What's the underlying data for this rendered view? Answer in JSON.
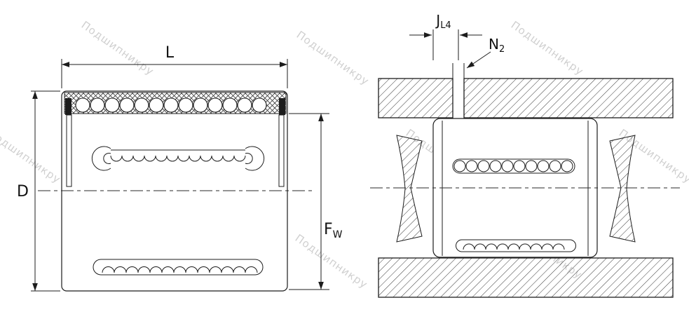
{
  "watermark": {
    "text": "Подшипникру"
  },
  "colors": {
    "line": "#1c1c1c",
    "watermark": "#c8c8c8",
    "background": "#ffffff"
  },
  "left_view": {
    "label_length": "L",
    "label_outer_diameter": "D",
    "label_bore_main": "F",
    "label_bore_sub": "W"
  },
  "right_view": {
    "label_offset_main": "J",
    "label_offset_sub": "L4",
    "label_hole_main": "N",
    "label_hole_sub": "2"
  }
}
